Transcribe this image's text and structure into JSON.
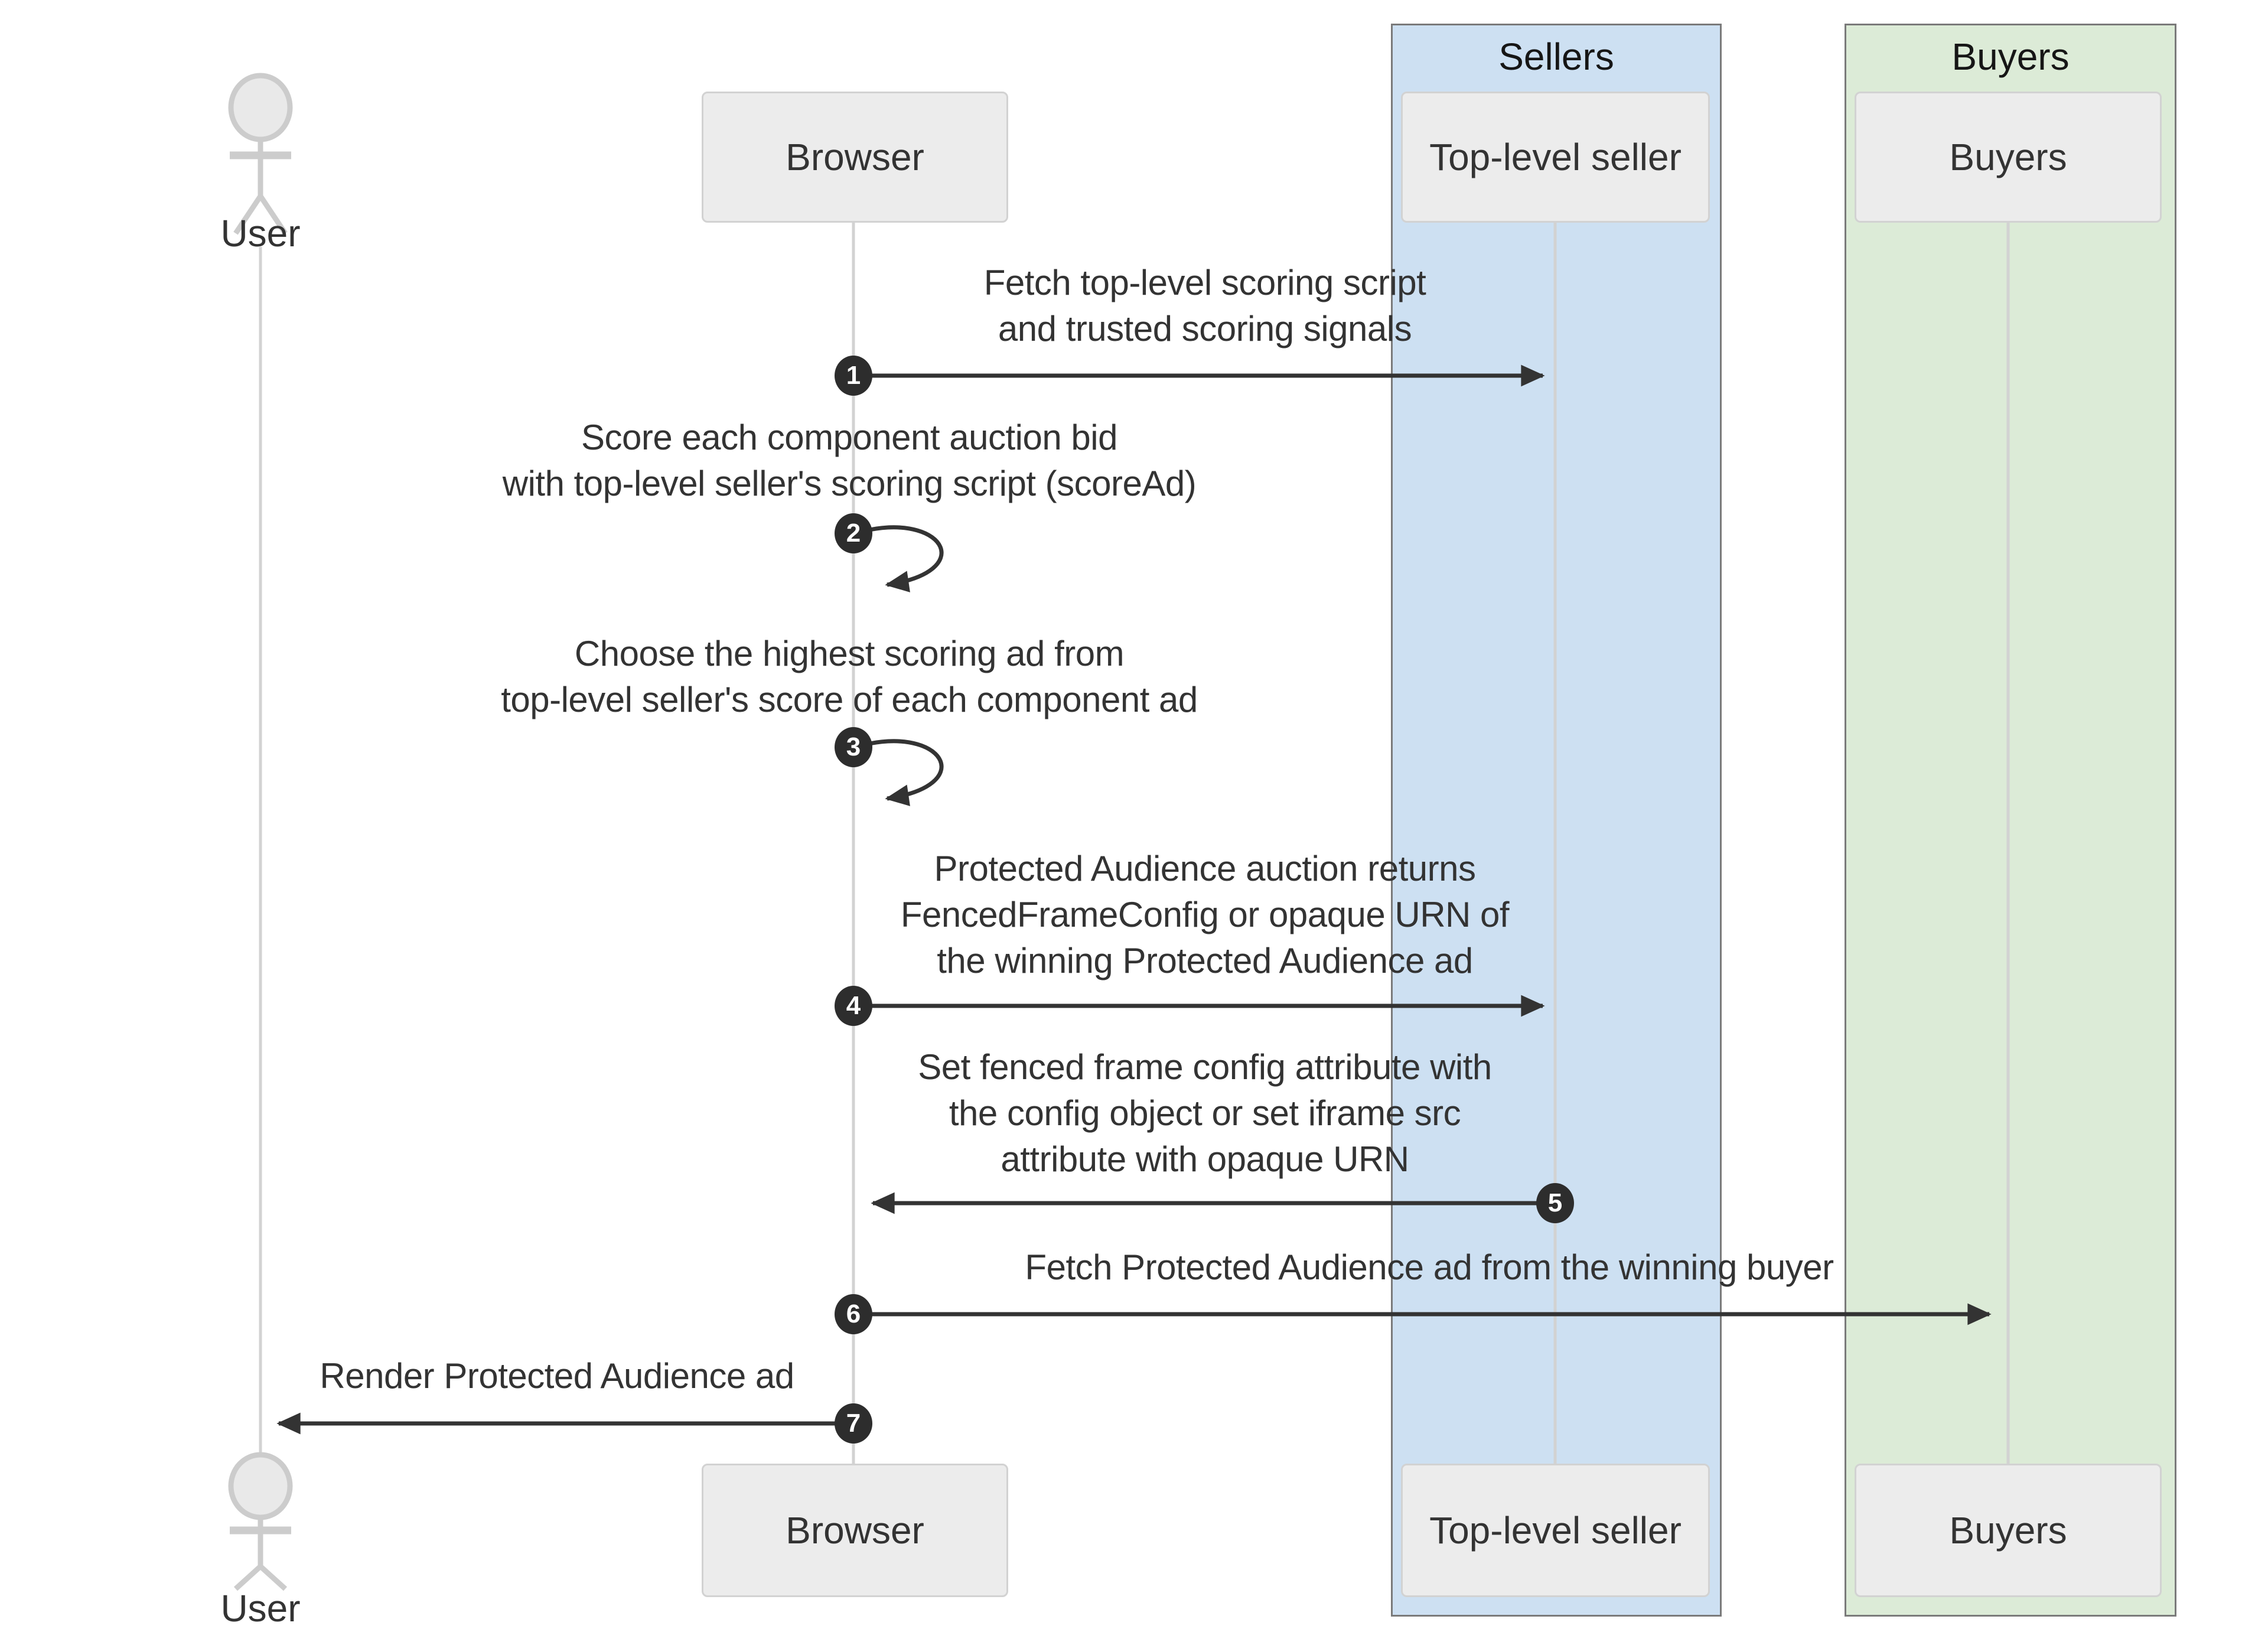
{
  "groups": {
    "sellers": "Sellers",
    "buyers": "Buyers"
  },
  "actors": {
    "user_top": "User",
    "user_bottom": "User",
    "browser_top": "Browser",
    "browser_bottom": "Browser",
    "seller_top": "Top-level seller",
    "seller_bottom": "Top-level seller",
    "buyers_top": "Buyers",
    "buyers_bottom": "Buyers"
  },
  "messages": [
    {
      "num": "1",
      "lines": [
        "Fetch top-level scoring script",
        "and trusted scoring signals"
      ]
    },
    {
      "num": "2",
      "lines": [
        "Score each component auction bid",
        "with top-level seller's scoring script (scoreAd)"
      ]
    },
    {
      "num": "3",
      "lines": [
        "Choose the highest scoring ad from",
        "top-level seller's score of each component ad"
      ]
    },
    {
      "num": "4",
      "lines": [
        "Protected Audience auction returns",
        "FencedFrameConfig or opaque URN of",
        "the winning Protected Audience ad"
      ]
    },
    {
      "num": "5",
      "lines": [
        "Set fenced frame config attribute with",
        "the config object or set iframe src",
        "attribute with opaque URN"
      ]
    },
    {
      "num": "6",
      "lines": [
        "Fetch Protected Audience ad from the winning buyer"
      ]
    },
    {
      "num": "7",
      "lines": [
        "Render Protected Audience ad"
      ]
    }
  ],
  "colors": {
    "sellers_fill": "#cde0f2",
    "buyers_fill": "#dcebd7",
    "band_border": "#7a7a7a",
    "box_fill": "#ececec",
    "box_border": "#d2d2d2",
    "lifeline": "#d2d2d2",
    "actor_stroke": "#cccccc",
    "arrow": "#333333",
    "badge_fill": "#2d2d2d",
    "text": "#333333"
  }
}
